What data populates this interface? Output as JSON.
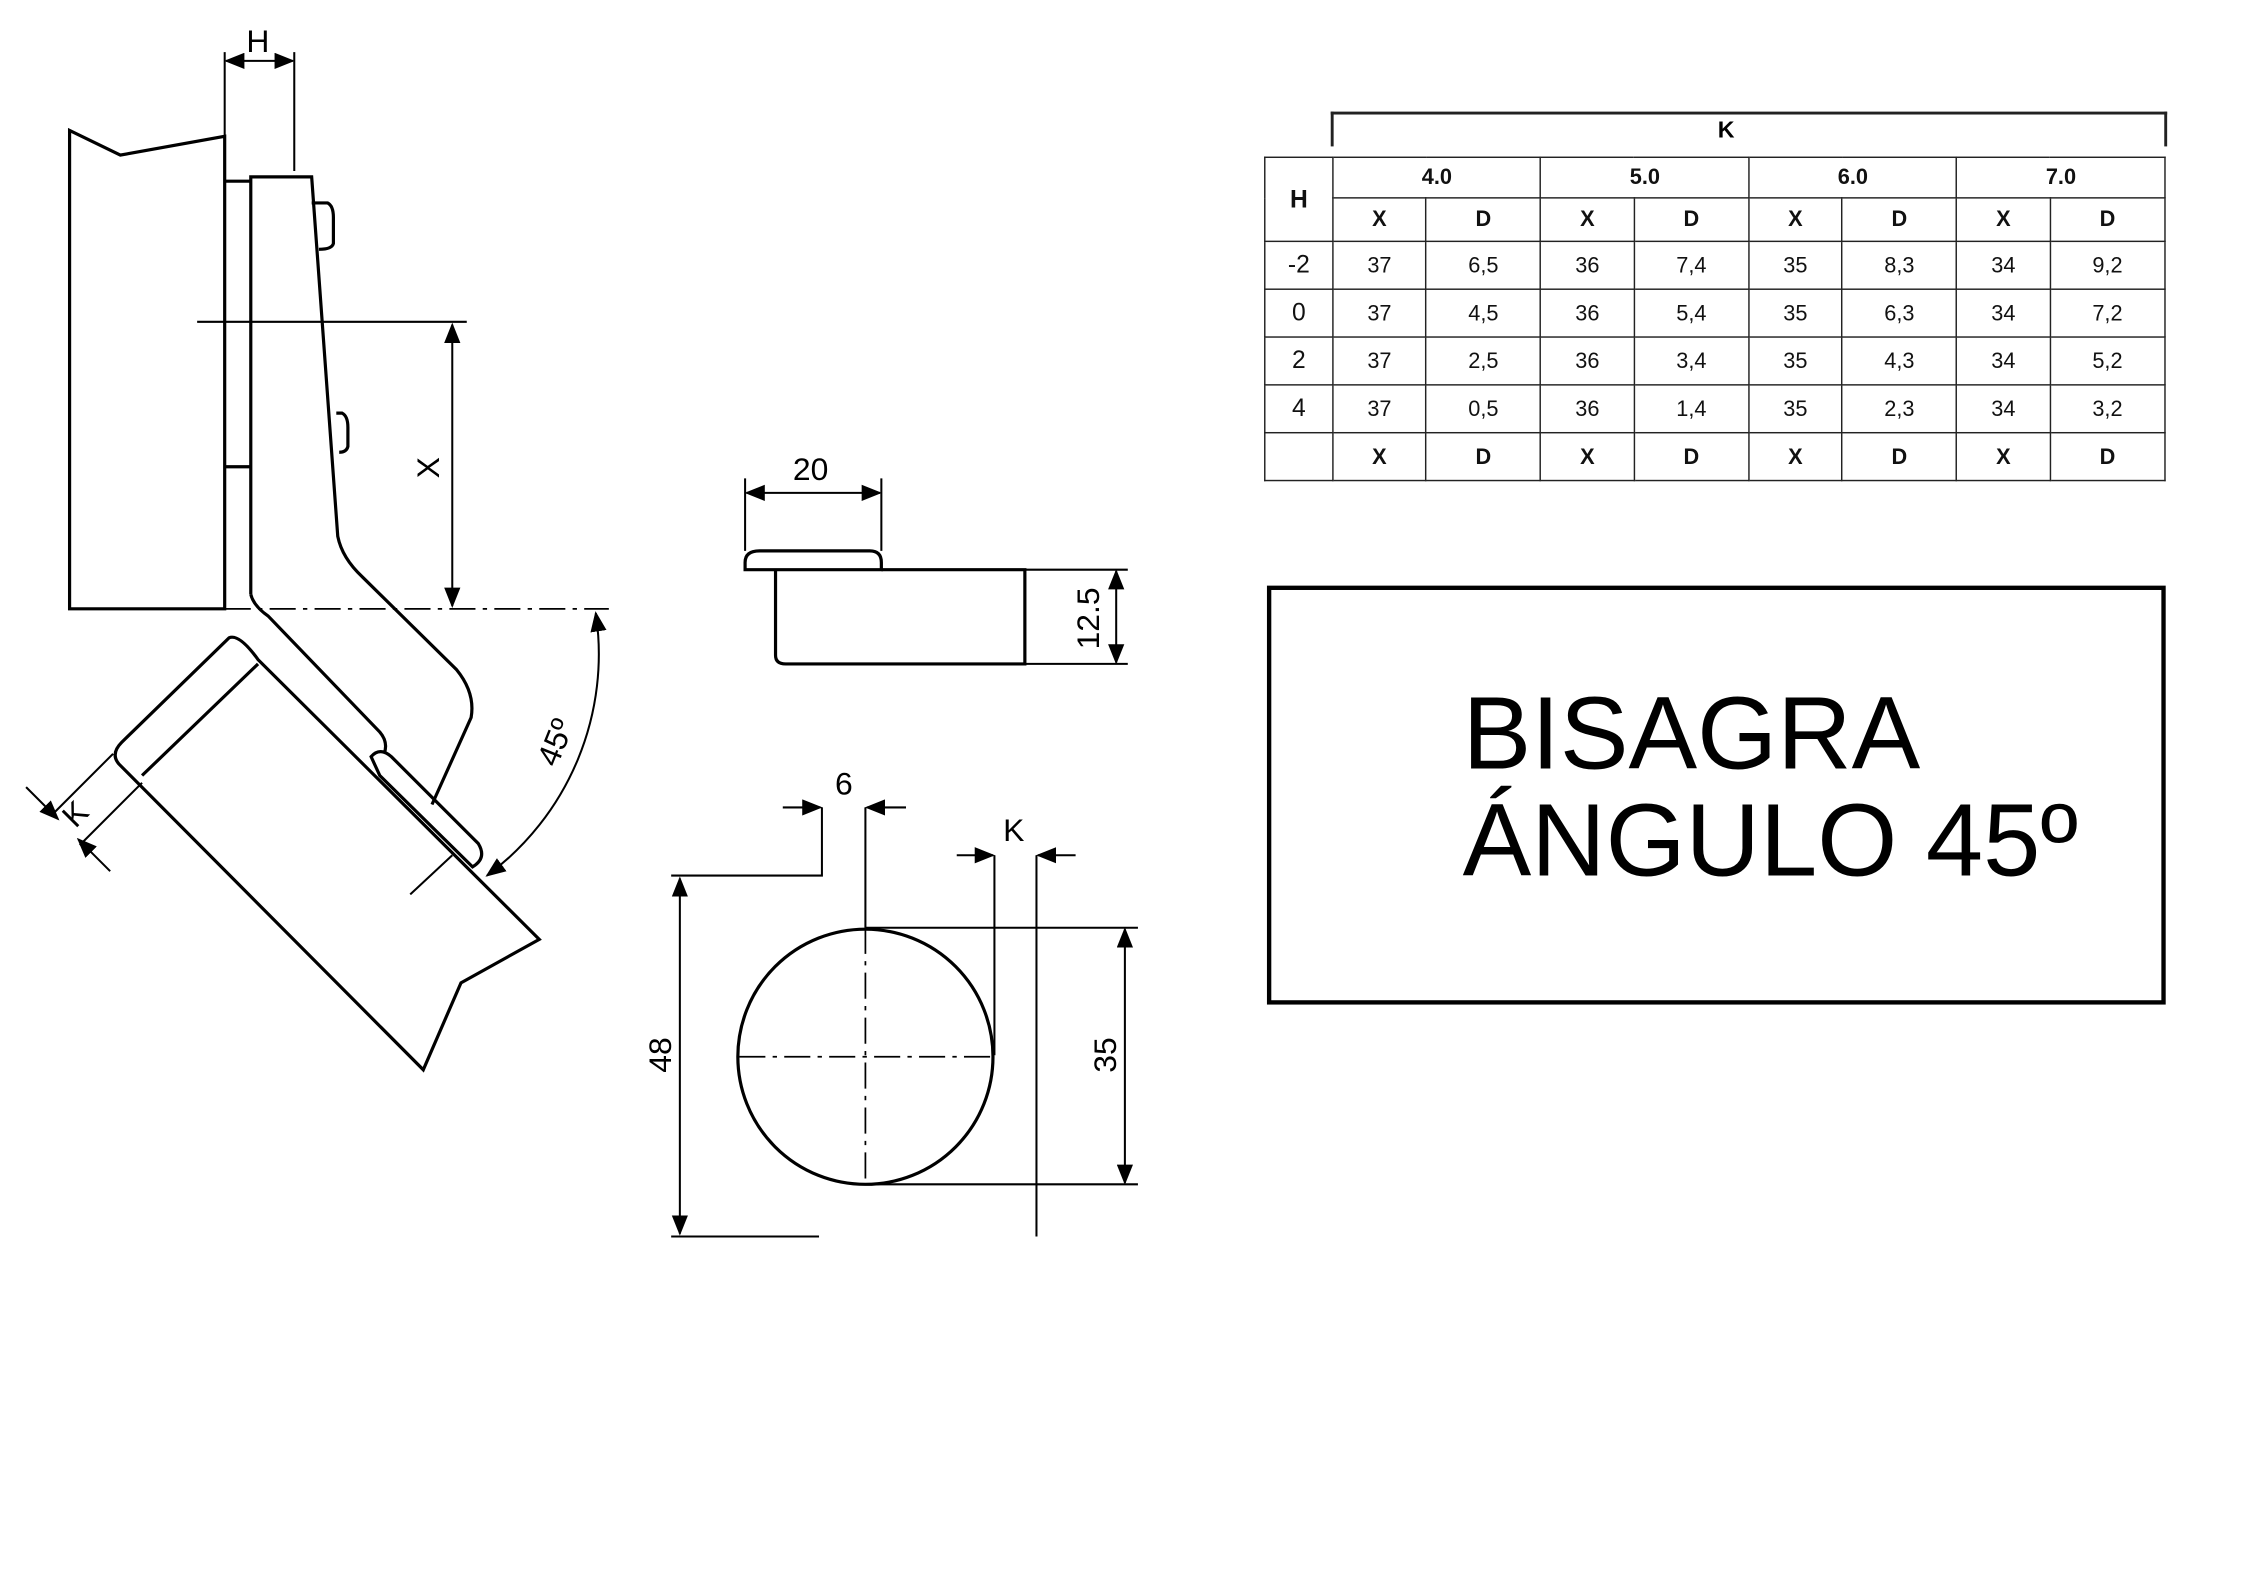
{
  "drawing": {
    "side_view": {
      "h_label": "H",
      "x_label": "X",
      "angle_label": "45º",
      "k_label": "K"
    },
    "plate_view": {
      "width_label": "20",
      "height_label": "12.5"
    },
    "cup_view": {
      "offset_label": "6",
      "k_label": "K",
      "height_label": "48",
      "diameter_label": "35"
    }
  },
  "table": {
    "k_header": "K",
    "h_header": "H",
    "k_values": [
      "4.0",
      "5.0",
      "6.0",
      "7.0"
    ],
    "sub_headers": [
      "X",
      "D",
      "X",
      "D",
      "X",
      "D",
      "X",
      "D"
    ],
    "rows": [
      {
        "h": "-2",
        "cells": [
          "37",
          "6,5",
          "36",
          "7,4",
          "35",
          "8,3",
          "34",
          "9,2"
        ]
      },
      {
        "h": "0",
        "cells": [
          "37",
          "4,5",
          "36",
          "5,4",
          "35",
          "6,3",
          "34",
          "7,2"
        ]
      },
      {
        "h": "2",
        "cells": [
          "37",
          "2,5",
          "36",
          "3,4",
          "35",
          "4,3",
          "34",
          "5,2"
        ]
      },
      {
        "h": "4",
        "cells": [
          "37",
          "0,5",
          "36",
          "1,4",
          "35",
          "2,3",
          "34",
          "3,2"
        ]
      }
    ],
    "footer": [
      "X",
      "D",
      "X",
      "D",
      "X",
      "D",
      "X",
      "D"
    ]
  },
  "title": {
    "line1": "BISAGRA",
    "line2": "ÁNGULO 45º"
  }
}
